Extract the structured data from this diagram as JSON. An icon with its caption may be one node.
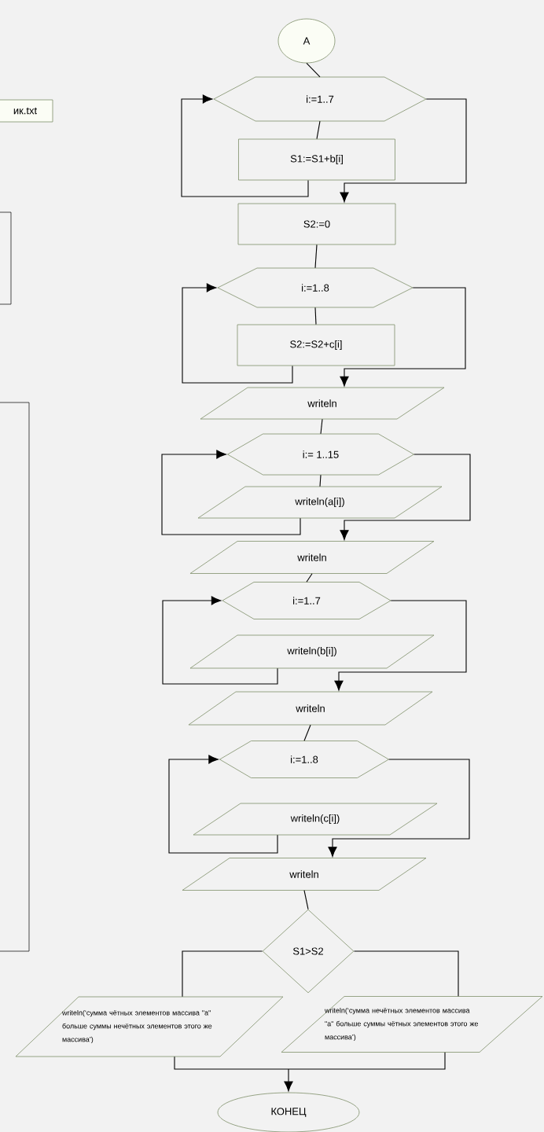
{
  "diagram": {
    "nodes": [
      {
        "text": [
          "ик.txt"
        ]
      },
      {
        "text": [
          "A"
        ]
      },
      {
        "text": [
          "i:=1..7"
        ]
      },
      {
        "text": [
          "S1:=S1+b[i]"
        ]
      },
      {
        "text": [
          "S2:=0"
        ]
      },
      {
        "text": [
          "i:=1..8"
        ]
      },
      {
        "text": [
          "S2:=S2+c[i]"
        ]
      },
      {
        "text": [
          "writeln"
        ]
      },
      {
        "text": [
          "i:= 1..15"
        ]
      },
      {
        "text": [
          "writeln(a[i])"
        ]
      },
      {
        "text": [
          "writeln"
        ]
      },
      {
        "text": [
          "i:=1..7"
        ]
      },
      {
        "text": [
          "writeln(b[i])"
        ]
      },
      {
        "text": [
          "writeln"
        ]
      },
      {
        "text": [
          "i:=1..8"
        ]
      },
      {
        "text": [
          "writeln(c[i])"
        ]
      },
      {
        "text": [
          "writeln"
        ]
      },
      {
        "text": [
          "S1>S2"
        ]
      },
      {
        "text": [
          "writeln(‘сумма чётных элементов массива \"а\" больше суммы нечётных элементов этого же массива’)"
        ]
      },
      {
        "text": [
          "writeln(‘сумма нечётных элементов массива \"а\" больше суммы чётных элементов этого же массива’)"
        ]
      },
      {
        "text": [
          "КОНЕЦ"
        ]
      }
    ],
    "edges": [
      {
        "from": 1,
        "to": 2,
        "arrow": "none"
      },
      {
        "from": 2,
        "to": 3,
        "arrow": "none"
      },
      {
        "from": 3,
        "to": 2,
        "arrow": "to"
      },
      {
        "from": 2,
        "to": 4,
        "arrow": "to"
      },
      {
        "from": 4,
        "to": 5,
        "arrow": "none"
      },
      {
        "from": 5,
        "to": 6,
        "arrow": "none"
      },
      {
        "from": 6,
        "to": 5,
        "arrow": "to"
      },
      {
        "from": 5,
        "to": 7,
        "arrow": "to"
      },
      {
        "from": 7,
        "to": 8,
        "arrow": "none"
      },
      {
        "from": 8,
        "to": 9,
        "arrow": "none"
      },
      {
        "from": 9,
        "to": 8,
        "arrow": "to"
      },
      {
        "from": 8,
        "to": 10,
        "arrow": "to"
      },
      {
        "from": 10,
        "to": 11,
        "arrow": "none"
      },
      {
        "from": 12,
        "to": 11,
        "arrow": "to"
      },
      {
        "from": 11,
        "to": 13,
        "arrow": "to"
      },
      {
        "from": 13,
        "to": 14,
        "arrow": "none"
      },
      {
        "from": 15,
        "to": 14,
        "arrow": "to"
      },
      {
        "from": 14,
        "to": 16,
        "arrow": "to"
      },
      {
        "from": 16,
        "to": 17,
        "arrow": "none"
      },
      {
        "from": 17,
        "to": 18,
        "arrow": "none"
      },
      {
        "from": 17,
        "to": 19,
        "arrow": "none"
      },
      {
        "from": 18,
        "to": 20,
        "arrow": "to"
      },
      {
        "from": 19,
        "to": 20,
        "arrow": "to"
      }
    ]
  }
}
